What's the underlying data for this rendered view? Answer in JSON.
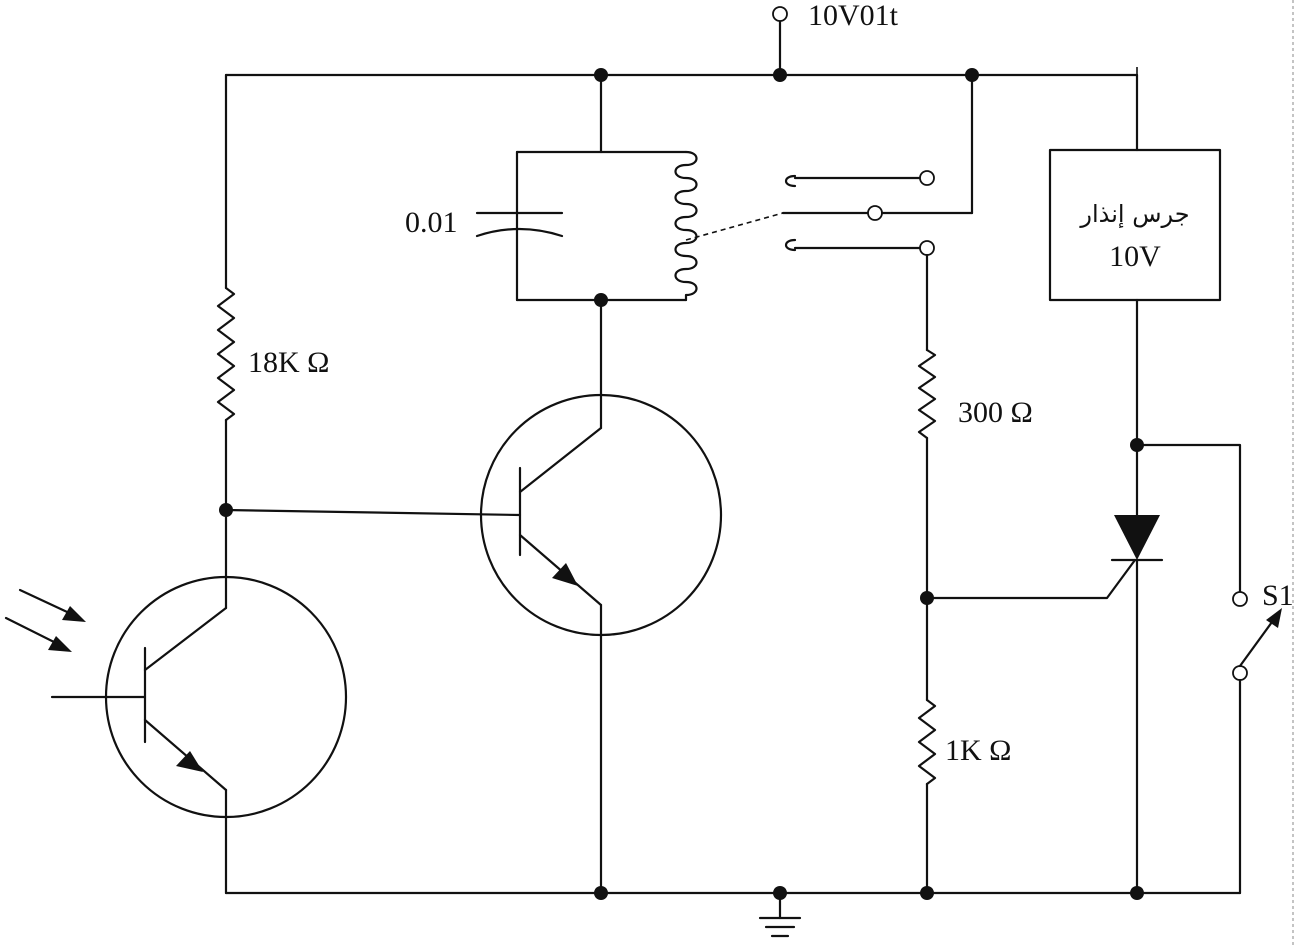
{
  "labels": {
    "supply": "10V01t",
    "capacitor": "0.01",
    "r_base": "18K Ω",
    "r_300": "300 Ω",
    "r_1k": "1K Ω",
    "alarm_line1": "جرس إنذار",
    "alarm_line2": "10V",
    "switch": "S1"
  },
  "colors": {
    "ink": "#111111",
    "background": "#ffffff"
  }
}
